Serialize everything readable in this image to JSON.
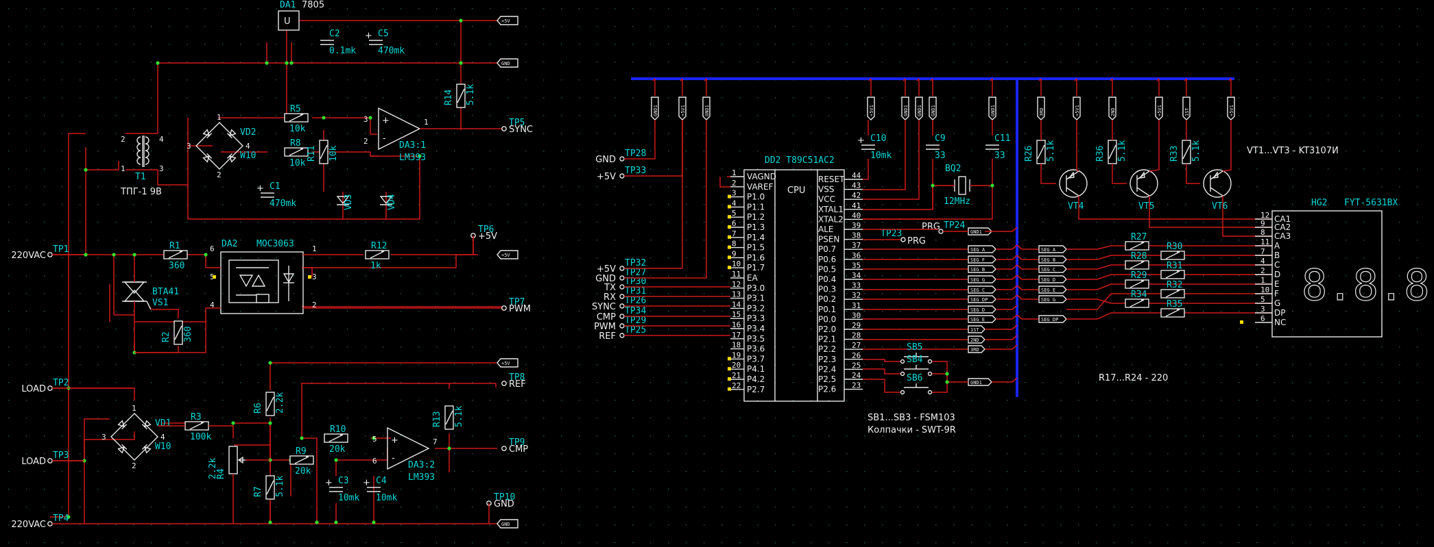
{
  "power": {
    "vreg_ref": "DA1",
    "vreg_part": "7805",
    "vreg_sym": "U",
    "caps_top": [
      {
        "ref": "C2",
        "val": "0.1mk"
      },
      {
        "ref": "C5",
        "val": "470mk"
      }
    ],
    "r14": {
      "ref": "R14",
      "val": "5.1k"
    },
    "flags": {
      "v5": "+5V",
      "gnd": "GND"
    }
  },
  "sync": {
    "transformer_ref": "T1",
    "transformer_part": "ТПГ-1 9В",
    "bridge_ref": "VD2",
    "bridge_part": "W10",
    "r5": {
      "ref": "R5",
      "val": "10k"
    },
    "r8": {
      "ref": "R8",
      "val": "10k"
    },
    "r11": {
      "ref": "R11",
      "val": "10k"
    },
    "c1": {
      "ref": "C1",
      "val": "470mk"
    },
    "vd3": "VD3",
    "vd4": "VD4",
    "comp_ref": "DA3:1",
    "comp_part": "LM393",
    "out_tp": "TP5",
    "out_net": "SYNC",
    "tr_pins": [
      "2",
      "4",
      "1",
      "3"
    ],
    "bridge_pins": [
      "3",
      "4",
      "1",
      "2"
    ],
    "comp_pins": [
      "3",
      "2",
      "1",
      "+",
      "-"
    ]
  },
  "triac": {
    "r1": {
      "ref": "R1",
      "val": "360"
    },
    "opto_ref": "DA2",
    "opto_part": "MOC3063",
    "r12": {
      "ref": "R12",
      "val": "1k"
    },
    "triac_ref": "VS1",
    "triac_part": "BTA41",
    "r2": {
      "ref": "R2",
      "val": "360"
    },
    "tp6": "TP6",
    "tp6_net": "+5V",
    "tp7": "TP7",
    "tp7_net": "PWM",
    "opto_pins": [
      "6",
      "5",
      "4",
      "1",
      "3",
      "2"
    ]
  },
  "left_tps": [
    {
      "tp": "TP1",
      "net": "220VAC"
    },
    {
      "tp": "TP2",
      "net": "LOAD"
    },
    {
      "tp": "TP3",
      "net": "LOAD"
    },
    {
      "tp": "TP4",
      "net": "220VAC"
    }
  ],
  "current": {
    "bridge_ref": "VD1",
    "bridge_part": "W10",
    "r3": {
      "ref": "R3",
      "val": "100k"
    },
    "r4": {
      "ref": "R4",
      "val": "2.2k"
    },
    "r6": {
      "ref": "R6",
      "val": "2.2k"
    },
    "r7": {
      "ref": "R7",
      "val": "5.1k"
    },
    "r9": {
      "ref": "R9",
      "val": "20k"
    },
    "r10": {
      "ref": "R10",
      "val": "20k"
    },
    "r13": {
      "ref": "R13",
      "val": "5.1k"
    },
    "c3": {
      "ref": "C3",
      "val": "10mk"
    },
    "c4": {
      "ref": "C4",
      "val": "10mk"
    },
    "comp_ref": "DA3:2",
    "comp_part": "LM393",
    "tp8": "TP8",
    "tp8_net": "REF",
    "tp9": "TP9",
    "tp9_net": "CMP",
    "tp10": "TP10",
    "tp10_net": "GND",
    "bridge_pins": [
      "3",
      "4",
      "1",
      "2"
    ],
    "comp_pins": [
      "5",
      "6",
      "7",
      "+",
      "-"
    ]
  },
  "mcu": {
    "ref": "DD2",
    "part": "T89C51AC2",
    "core": "CPU",
    "left_pins": [
      {
        "num": "1",
        "name": "VAGND"
      },
      {
        "num": "2",
        "name": "VAREF"
      },
      {
        "num": "3",
        "name": "P1.0"
      },
      {
        "num": "4",
        "name": "P1.1"
      },
      {
        "num": "5",
        "name": "P1.2"
      },
      {
        "num": "6",
        "name": "P1.3"
      },
      {
        "num": "7",
        "name": "P1.4"
      },
      {
        "num": "8",
        "name": "P1.5"
      },
      {
        "num": "9",
        "name": "P1.6"
      },
      {
        "num": "10",
        "name": "P1.7"
      },
      {
        "num": "11",
        "name": "EA"
      },
      {
        "num": "12",
        "name": "P3.0"
      },
      {
        "num": "13",
        "name": "P3.1"
      },
      {
        "num": "14",
        "name": "P3.2"
      },
      {
        "num": "15",
        "name": "P3.3"
      },
      {
        "num": "16",
        "name": "P3.4"
      },
      {
        "num": "17",
        "name": "P3.5"
      },
      {
        "num": "18",
        "name": "P3.6"
      },
      {
        "num": "19",
        "name": "P3.7"
      },
      {
        "num": "20",
        "name": "P4.1"
      },
      {
        "num": "21",
        "name": "P4.2"
      },
      {
        "num": "22",
        "name": "P2.7"
      }
    ],
    "right_pins": [
      {
        "num": "44",
        "name": "RESET"
      },
      {
        "num": "43",
        "name": "VSS"
      },
      {
        "num": "42",
        "name": "VCC"
      },
      {
        "num": "41",
        "name": "XTAL1"
      },
      {
        "num": "40",
        "name": "XTAL2"
      },
      {
        "num": "39",
        "name": "ALE"
      },
      {
        "num": "38",
        "name": "PSEN"
      },
      {
        "num": "37",
        "name": "P0.7"
      },
      {
        "num": "36",
        "name": "P0.6"
      },
      {
        "num": "35",
        "name": "P0.5"
      },
      {
        "num": "34",
        "name": "P0.4"
      },
      {
        "num": "33",
        "name": "P0.3"
      },
      {
        "num": "32",
        "name": "P0.2"
      },
      {
        "num": "31",
        "name": "P0.1"
      },
      {
        "num": "30",
        "name": "P0.0"
      },
      {
        "num": "29",
        "name": "P2.0"
      },
      {
        "num": "28",
        "name": "P2.1"
      },
      {
        "num": "27",
        "name": "P2.2"
      },
      {
        "num": "26",
        "name": "P2.3"
      },
      {
        "num": "25",
        "name": "P2.4"
      },
      {
        "num": "24",
        "name": "P2.5"
      },
      {
        "num": "23",
        "name": "P2.6"
      }
    ],
    "c10": {
      "ref": "C10",
      "val": "10mk"
    },
    "c9": {
      "ref": "C9",
      "val": "33"
    },
    "c11": {
      "ref": "C11",
      "val": "33"
    },
    "xtal": {
      "ref": "BQ2",
      "val": "12MHz"
    },
    "tp_left": [
      {
        "tp": "TP28",
        "net": "GND"
      },
      {
        "tp": "TP33",
        "net": "+5V"
      },
      {
        "tp": "TP32",
        "net": "+5V"
      },
      {
        "tp": "TP27",
        "net": "GND"
      },
      {
        "tp": "TP30",
        "net": "TX"
      },
      {
        "tp": "TP31",
        "net": "RX"
      },
      {
        "tp": "TP26",
        "net": "SYNC"
      },
      {
        "tp": "TP34",
        "net": "CMP"
      },
      {
        "tp": "TP29",
        "net": "PWM"
      },
      {
        "tp": "TP25",
        "net": "REF"
      }
    ],
    "tp24": {
      "tp": "TP24",
      "net": "PRG"
    },
    "tp23": {
      "tp": "TP23",
      "net": "PRG"
    },
    "small_flags_top": [
      "GND1",
      "+5V1",
      "GND1",
      "+5V1",
      "GND1",
      "GND1",
      "GND1",
      "GND1"
    ],
    "seg_flags": [
      "SEG_A",
      "SEG_F",
      "SEG_B",
      "SEG_G",
      "SEG_C",
      "SEG_DP",
      "SEG_D",
      "SEG_E"
    ],
    "aux_flags": [
      "GND1",
      "1ST",
      "2ND",
      "3RD"
    ],
    "switches": [
      "SB5",
      "SB4",
      "SB6"
    ],
    "sw_note1": "SB1...SB3 - FSM103",
    "sw_note2": "Колпачки - SWT-9R"
  },
  "display": {
    "trans_note": "VT1...VT3  - KT3107И",
    "transistors": [
      "VT4",
      "VT5",
      "VT6"
    ],
    "res_top": [
      {
        "ref": "R26",
        "val": "5.1k"
      },
      {
        "ref": "R36",
        "val": "5.1k"
      },
      {
        "ref": "R33",
        "val": "5.1k"
      }
    ],
    "top_flags": [
      "3RD",
      "+5V1",
      "2ND",
      "+5V1",
      "1ST",
      "+5V1"
    ],
    "seg_flags": [
      "SEG_A",
      "SEG_B",
      "SEG_C",
      "SEG_D",
      "SEG_E",
      "SEG_G",
      "SEG_DP"
    ],
    "res_seg": [
      "R27",
      "R30",
      "R28",
      "R31",
      "R29",
      "R32",
      "R34",
      "R35"
    ],
    "res_note": "R17...R24 - 220",
    "hg_ref": "HG2",
    "hg_part": "FYT-5631BX",
    "hg_pins": [
      {
        "num": "12",
        "name": "CA1"
      },
      {
        "num": "9",
        "name": "CA2"
      },
      {
        "num": "8",
        "name": "CA3"
      },
      {
        "num": "11",
        "name": "A"
      },
      {
        "num": "7",
        "name": "B"
      },
      {
        "num": "4",
        "name": "C"
      },
      {
        "num": "2",
        "name": "D"
      },
      {
        "num": "1",
        "name": "E"
      },
      {
        "num": "10",
        "name": "F"
      },
      {
        "num": "5",
        "name": "G"
      },
      {
        "num": "3",
        "name": "DP"
      },
      {
        "num": "6",
        "name": "NC"
      }
    ],
    "digits": "8.8.8."
  }
}
